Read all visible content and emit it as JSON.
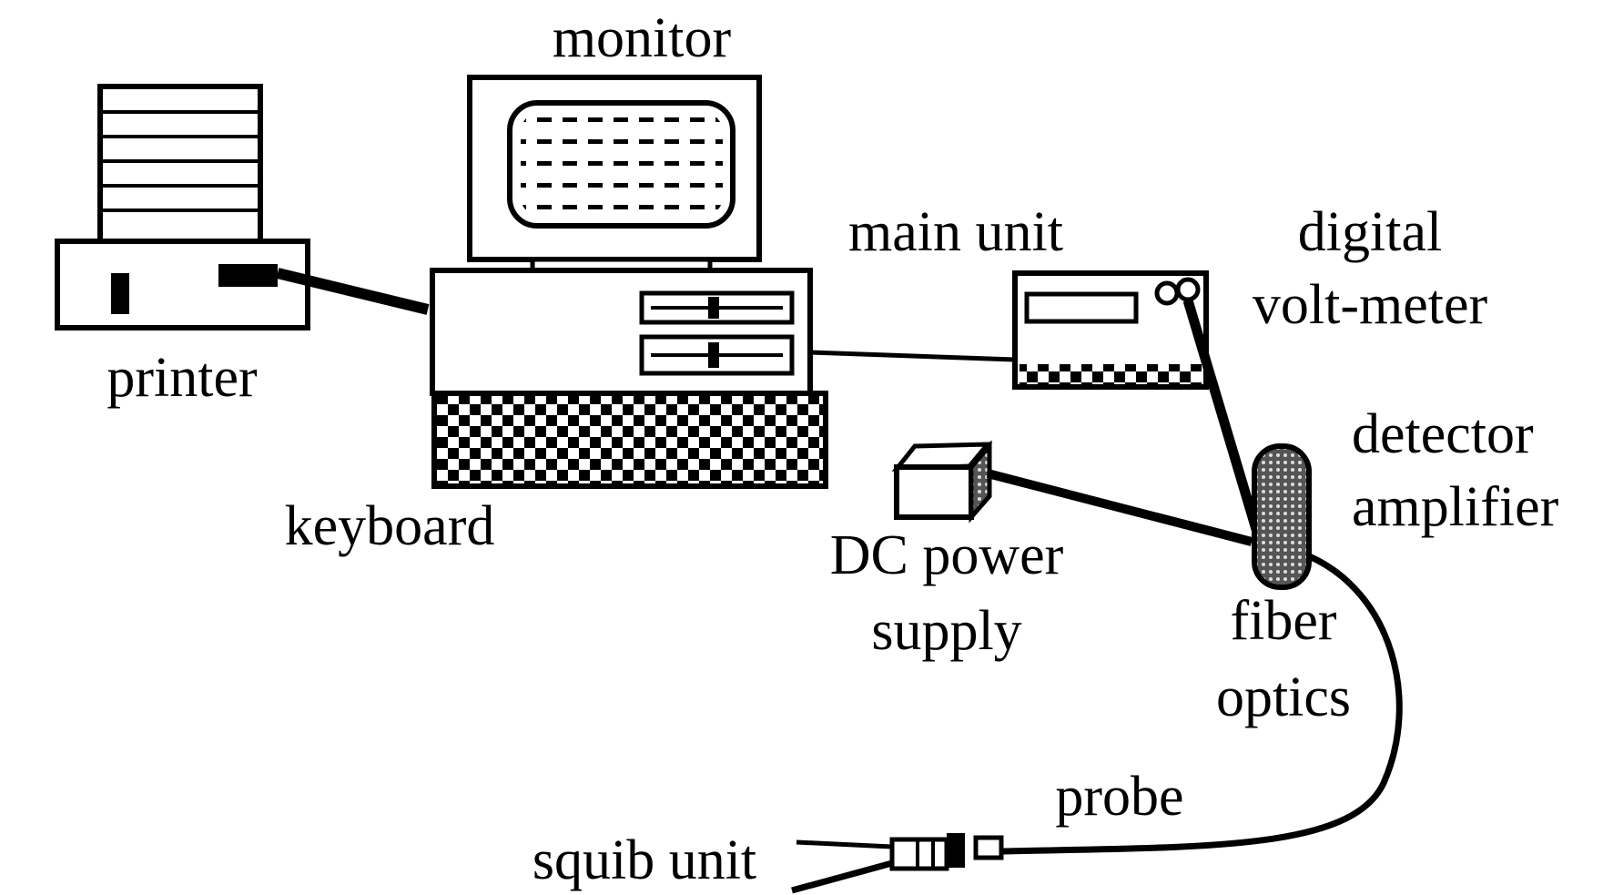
{
  "labels": {
    "monitor": "monitor",
    "printer": "printer",
    "keyboard": "keyboard",
    "main_unit": "main unit",
    "digital_line1": "digital",
    "digital_line2": "volt-meter",
    "detector_line1": "detector",
    "detector_line2": "amplifier",
    "dc_line1": "DC power",
    "dc_line2": "supply",
    "fiber_line1": "fiber",
    "fiber_line2": "optics",
    "probe": "probe",
    "squib_unit": "squib unit"
  },
  "colors": {
    "ink": "#000000",
    "paper": "#ffffff"
  }
}
